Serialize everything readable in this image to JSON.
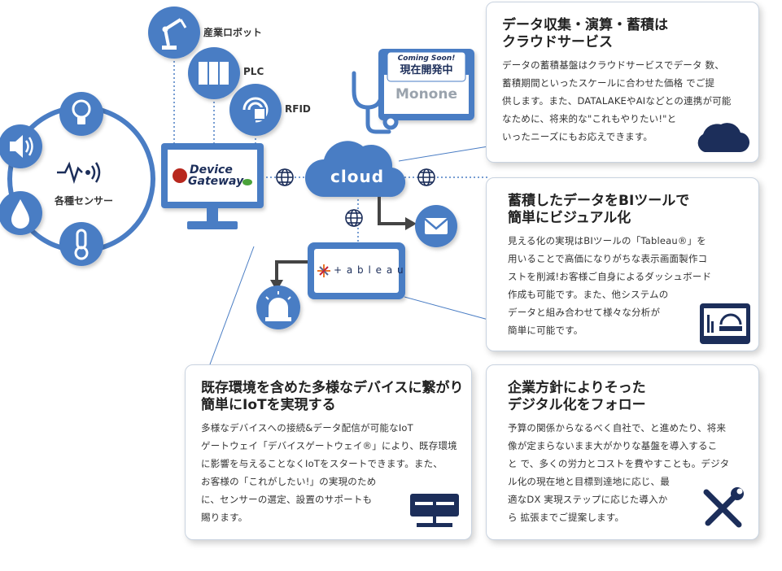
{
  "nodes": {
    "robot_label": "産業ロボット",
    "plc_label": "PLC",
    "rfid_label": "RFID",
    "sensors_label": "各種センサー",
    "gateway_line1": "Device",
    "gateway_line2": "Gateway",
    "cloud_label": "cloud",
    "coming_soon": "Coming Soon!",
    "in_development": "現在開発中",
    "monone_label": "Monone",
    "tableau_label": "+ a b l e a u"
  },
  "cards": {
    "cloud": {
      "title_line1": "データ収集・演算・蓄積は",
      "title_line2": "クラウドサービス",
      "body": [
        "データの蓄積基盤はクラウドサービスでデータ 数、",
        "蓄積期間といったスケールに合わせた価格 でご提",
        "供します。また、DATALAKEやAIなどとの連携が可能",
        "なために、将来的な\"これもやりたい!\"と",
        "いったニーズにもお応えできます。"
      ]
    },
    "bi": {
      "title_line1": "蓄積したデータをBIツールで",
      "title_line2": "簡単にビジュアル化",
      "body": [
        "見える化の実現はBIツールの「Tableau®」を",
        "用いることで高価になりがちな表示画面製作コ",
        "ストを削減!お客様ご自身によるダッシュボード",
        "作成も可能です。また、他システムの",
        "データと組み合わせて様々な分析が",
        "簡単に可能です。"
      ]
    },
    "device": {
      "title_line1": "既存環境を含めた多様なデバイスに繋がり",
      "title_line2": "簡単にIoTを実現する",
      "body": [
        "多様なデバイスへの接続&データ配信が可能なIoT",
        "ゲートウェイ「デバイスゲートウェイ®」により、既存環境",
        "に影響を与えることなくIoTをスタートできます。また、",
        "お客様の「これがしたい!」の実現のため",
        "に、センサーの選定、設置のサポートも",
        "賜ります。"
      ]
    },
    "policy": {
      "title_line1": "企業方針によりそった",
      "title_line2": "デジタル化をフォロー",
      "body": [
        "予算の関係からなるべく自社で、と進めたり、将来",
        "像が定まらないまま大がかりな基盤を導入するこ",
        "と で、多くの労力とコストを費やすことも。デジタ",
        "ル化の現在地と目標到達地に応じ、最",
        "適なDX 実現ステップに応じた導入か",
        "ら 拡張までご提案します。"
      ]
    }
  },
  "colors": {
    "primary": "#4a7dc4",
    "dark_navy": "#1c2e5a",
    "gateway_red": "#b8281e",
    "leaf_green": "#4aa23a"
  }
}
